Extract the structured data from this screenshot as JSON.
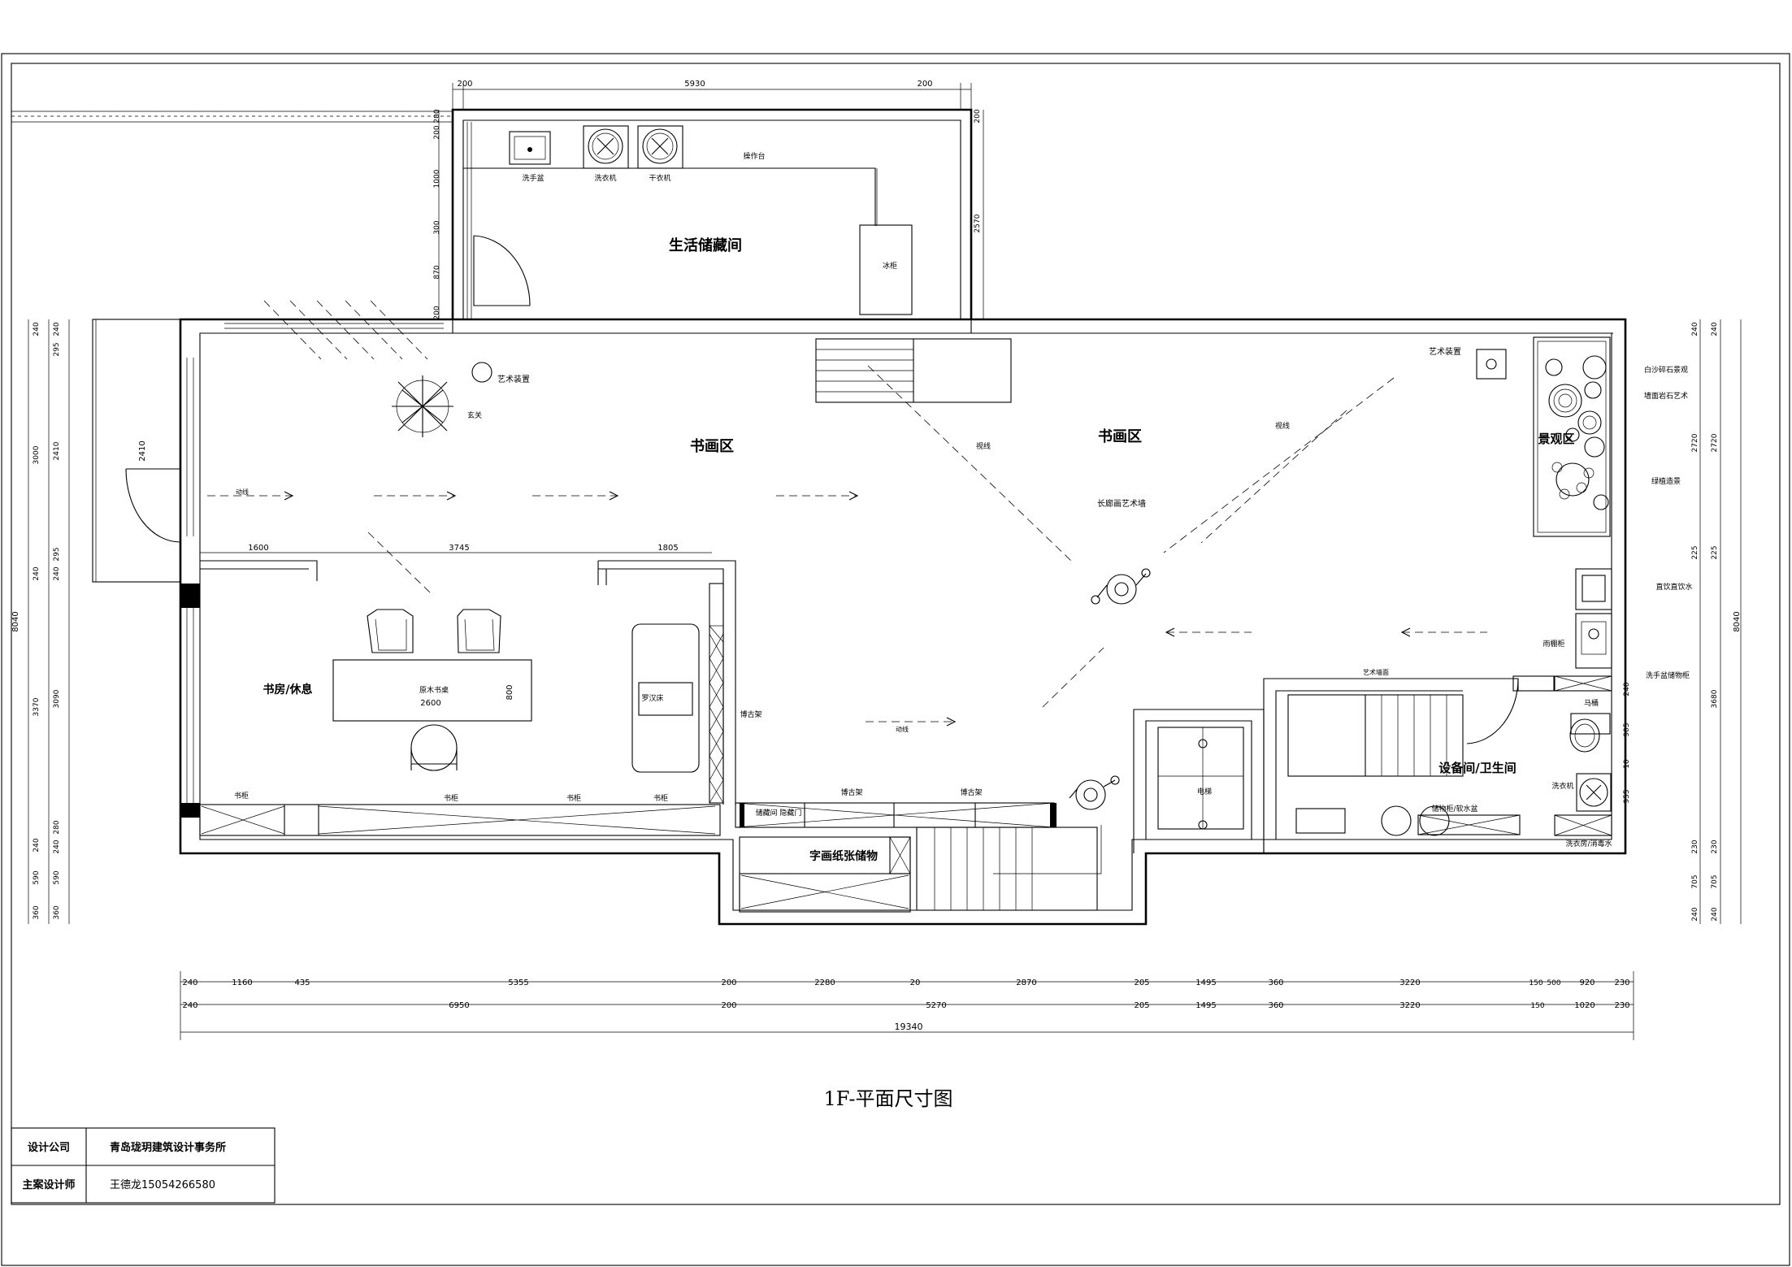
{
  "drawing": {
    "title": "1F-平面尺寸图"
  },
  "title_block": {
    "company_label": "设计公司",
    "company_name": "青岛珑玥建筑设计事务所",
    "designer_label": "主案设计师",
    "designer_name": "王德龙15054266580"
  },
  "rooms": [
    {
      "label": "生活储藏间"
    },
    {
      "label": "书画区"
    },
    {
      "label": "书画区"
    },
    {
      "label": "景观区"
    },
    {
      "label": "书房/休息"
    },
    {
      "label": "设备间/卫生间"
    },
    {
      "label": "字画纸张储物"
    }
  ],
  "fixtures": [
    {
      "label": "洗手盆"
    },
    {
      "label": "洗衣机"
    },
    {
      "label": "干衣机"
    },
    {
      "label": "操作台"
    },
    {
      "label": "冰柜"
    },
    {
      "label": "艺术装置"
    },
    {
      "label": "艺术装置"
    },
    {
      "label": "长廊画艺术墙"
    },
    {
      "label": "罗汉床"
    },
    {
      "label": "原木书桌"
    },
    {
      "label": "博古架"
    },
    {
      "label": "博古架"
    },
    {
      "label": "博古架"
    },
    {
      "label": "书柜"
    },
    {
      "label": "书柜"
    },
    {
      "label": "书柜"
    },
    {
      "label": "书柜"
    },
    {
      "label": "储藏间 隐藏门"
    },
    {
      "label": "电梯"
    },
    {
      "label": "马桶"
    },
    {
      "label": "洗衣机"
    },
    {
      "label": "储物柜/软水盆"
    },
    {
      "label": "雨棚柜"
    },
    {
      "label": "白沙碎石景观"
    },
    {
      "label": "墙面岩石艺术"
    },
    {
      "label": "绿植造景"
    },
    {
      "label": "直饮直饮水"
    },
    {
      "label": "洗手盆储物柜"
    },
    {
      "label": "洗衣房/消毒水"
    },
    {
      "label": "艺术墙面"
    },
    {
      "label": "玄关"
    },
    {
      "label": "视线"
    },
    {
      "label": "视线"
    },
    {
      "label": "动线"
    },
    {
      "label": "动线"
    }
  ],
  "dims": {
    "top": [
      "200",
      "5930",
      "200"
    ],
    "storage_left": [
      "200",
      "200",
      "1000",
      "300",
      "870",
      "200"
    ],
    "storage_right": [
      "200",
      "2570"
    ],
    "bottom_row1": [
      "240",
      "1160",
      "435",
      "5355",
      "200",
      "2280",
      "20",
      "2870",
      "205",
      "1495",
      "360",
      "3220",
      "150",
      "500",
      "920",
      "230"
    ],
    "bottom_row2": [
      "240",
      "6950",
      "200",
      "5270",
      "205",
      "1495",
      "360",
      "3220",
      "150",
      "1020",
      "230"
    ],
    "bottom_total": "19340",
    "left_outer": [
      "240",
      "3000",
      "240",
      "3370",
      "240",
      "590",
      "360"
    ],
    "left_inner": [
      "240",
      "295",
      "2410",
      "295",
      "240",
      "3090",
      "280",
      "240",
      "590",
      "360"
    ],
    "left_total": "8040",
    "right_inner": [
      "240",
      "2720",
      "225",
      "240",
      "905",
      "10",
      "955",
      "230",
      "705",
      "240"
    ],
    "right_outer": [
      "240",
      "2720",
      "225",
      "3680",
      "230",
      "705",
      "240"
    ],
    "right_total": "8040",
    "interior": {
      "door": "2410",
      "study_a": "1600",
      "study_b": "3745",
      "study_c": "1805",
      "desk_len": "2600",
      "desk_depth": "800"
    }
  }
}
